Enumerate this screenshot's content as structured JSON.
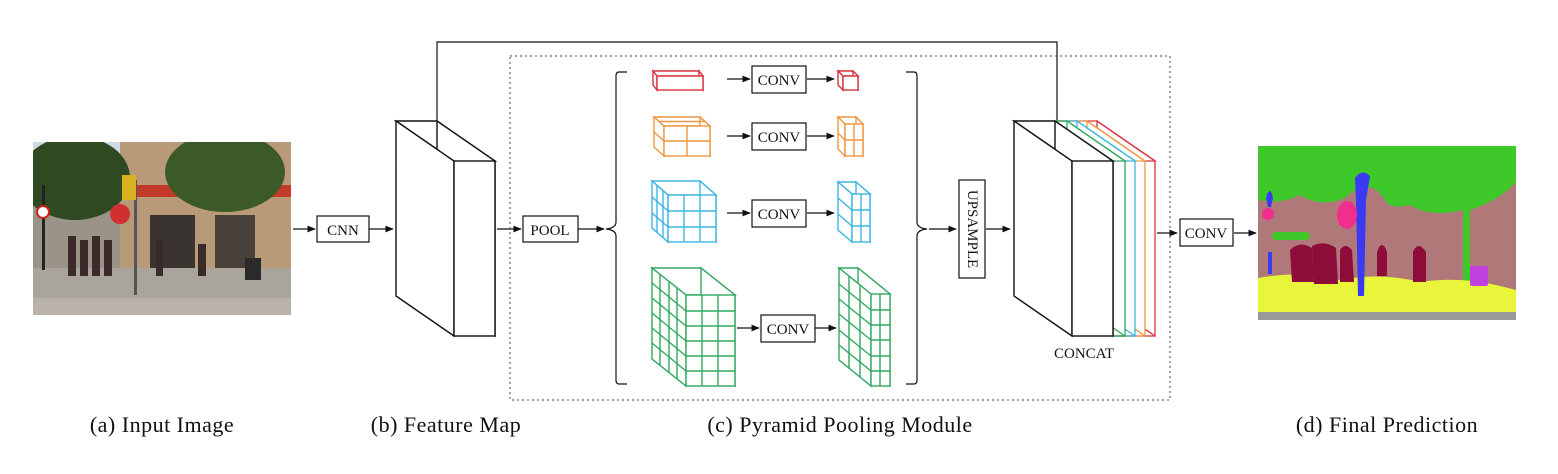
{
  "panels": {
    "input_caption": "(a) Input Image",
    "feature_caption": "(b) Feature Map",
    "ppm_caption": "(c) Pyramid Pooling Module",
    "prediction_caption": "(d) Final Prediction"
  },
  "ops": {
    "cnn": "CNN",
    "pool": "POOL",
    "conv": "CONV",
    "upsample": "UPSAMPLE",
    "concat": "CONCAT",
    "final_conv": "CONV"
  },
  "colors": {
    "level_1": "#d9303c",
    "level_2": "#ee9640",
    "level_3": "#3cb6e0",
    "level_4": "#30a860",
    "stroke": "#111111",
    "seg_green": "#3fc82a",
    "seg_ground": "#b07878",
    "seg_road": "#e8f53a",
    "seg_person": "#8e0c3a",
    "seg_pole": "#3a3af0",
    "seg_sign": "#ef2e8e",
    "seg_car": "#c040e0",
    "seg_curb": "#999999"
  }
}
